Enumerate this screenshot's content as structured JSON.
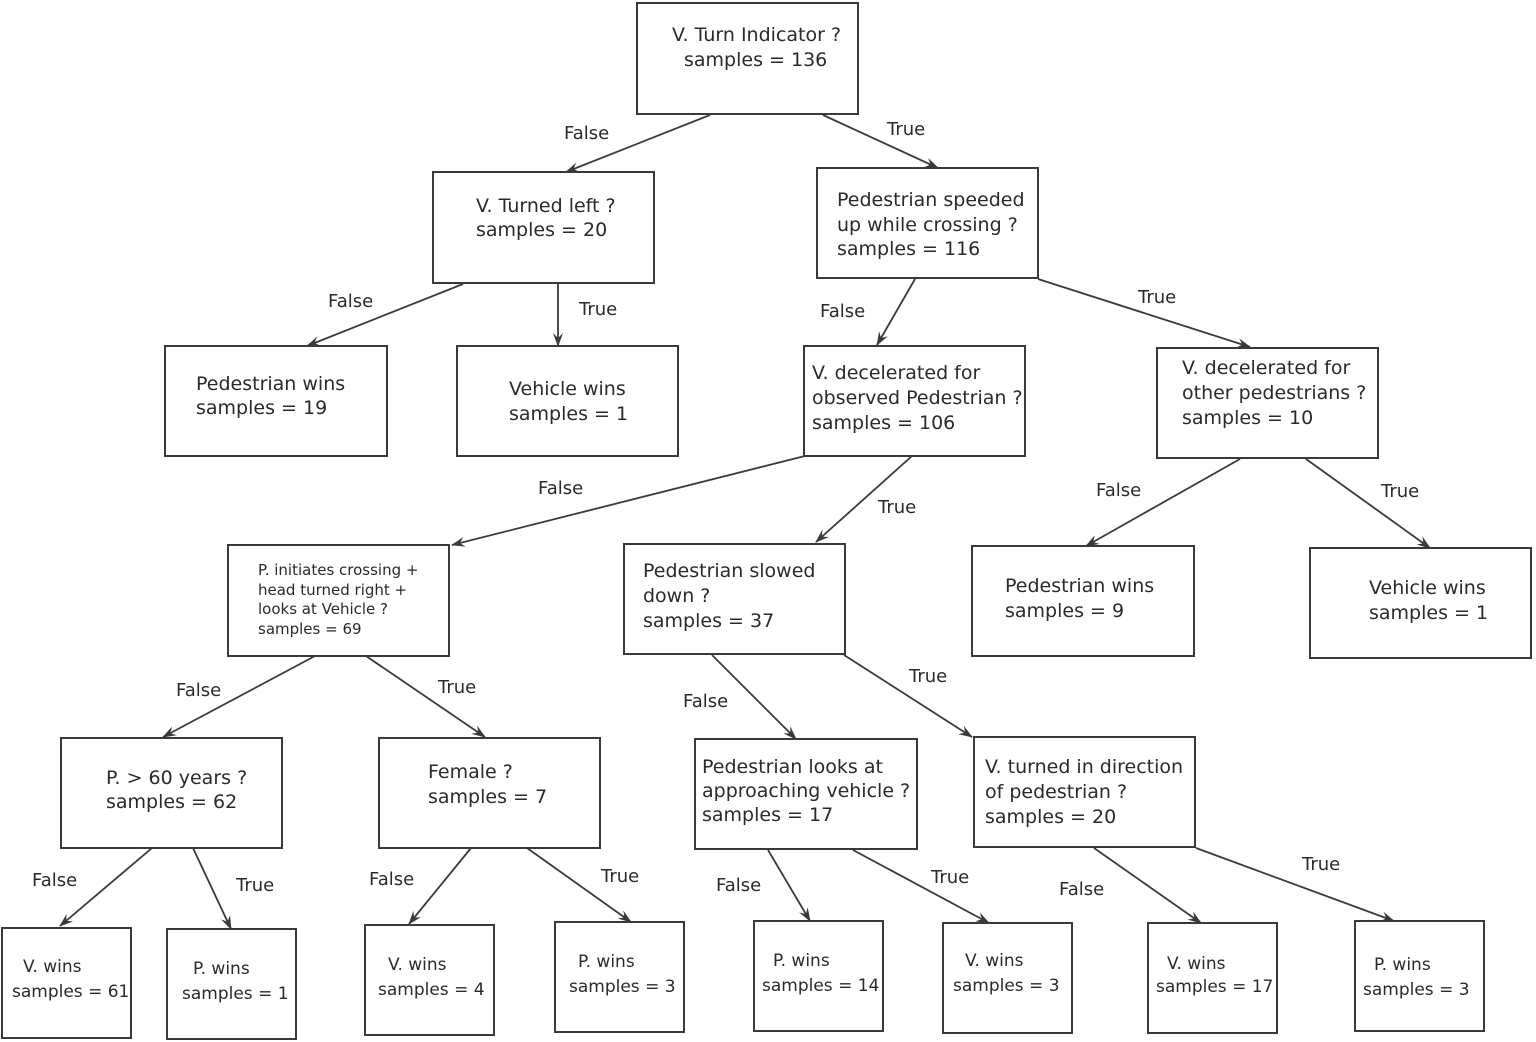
{
  "nodes": {
    "n1": {
      "lines": [
        "V. Turn Indicator ?",
        "samples = 136"
      ]
    },
    "n2": {
      "lines": [
        "V. Turned left ?",
        "samples = 20"
      ]
    },
    "n3": {
      "lines": [
        "Pedestrian speeded",
        "up while crossing ?",
        "samples = 116"
      ]
    },
    "n4": {
      "lines": [
        "Pedestrian wins",
        "samples = 19"
      ]
    },
    "n5": {
      "lines": [
        "Vehicle wins",
        "samples = 1"
      ]
    },
    "n6": {
      "lines": [
        "V. decelerated for",
        "observed Pedestrian ?",
        "samples = 106"
      ]
    },
    "n7": {
      "lines": [
        "V. decelerated for",
        "other pedestrians ?",
        "samples = 10"
      ]
    },
    "n8": {
      "lines": [
        "P. initiates crossing +",
        "head turned right +",
        "looks at Vehicle ?",
        "samples = 69"
      ]
    },
    "n9": {
      "lines": [
        "Pedestrian slowed",
        "down ?",
        "samples = 37"
      ]
    },
    "n10": {
      "lines": [
        "Pedestrian wins",
        "samples = 9"
      ]
    },
    "n11": {
      "lines": [
        "Vehicle wins",
        "samples = 1"
      ]
    },
    "n12": {
      "lines": [
        "P. > 60 years ?",
        "samples = 62"
      ]
    },
    "n13": {
      "lines": [
        "Female ?",
        "samples = 7"
      ]
    },
    "n14": {
      "lines": [
        "Pedestrian looks at",
        "approaching vehicle ?",
        "samples = 17"
      ]
    },
    "n15": {
      "lines": [
        "V. turned in direction",
        "of pedestrian ?",
        "samples = 20"
      ]
    },
    "n16": {
      "lines": [
        "V. wins",
        "samples = 61"
      ]
    },
    "n17": {
      "lines": [
        "P. wins",
        "samples = 1"
      ]
    },
    "n18": {
      "lines": [
        "V. wins",
        "samples = 4"
      ]
    },
    "n19": {
      "lines": [
        "P. wins",
        "samples = 3"
      ]
    },
    "n20": {
      "lines": [
        "P. wins",
        "samples = 14"
      ]
    },
    "n21": {
      "lines": [
        "V. wins",
        "samples = 3"
      ]
    },
    "n22": {
      "lines": [
        "V. wins",
        "samples = 17"
      ]
    },
    "n23": {
      "lines": [
        "P. wins",
        "samples = 3"
      ]
    }
  },
  "edges": {
    "e1": {
      "label": "False"
    },
    "e2": {
      "label": "True"
    },
    "e3": {
      "label": "False"
    },
    "e4": {
      "label": "True"
    },
    "e5": {
      "label": "False"
    },
    "e6": {
      "label": "True"
    },
    "e7": {
      "label": "False"
    },
    "e8": {
      "label": "True"
    },
    "e9": {
      "label": "False"
    },
    "e10": {
      "label": "True"
    },
    "e11": {
      "label": "False"
    },
    "e12": {
      "label": "True"
    },
    "e13": {
      "label": "False"
    },
    "e14": {
      "label": "True"
    },
    "e15": {
      "label": "False"
    },
    "e16": {
      "label": "True"
    },
    "e17": {
      "label": "False"
    },
    "e18": {
      "label": "True"
    },
    "e19": {
      "label": "False"
    },
    "e20": {
      "label": "True"
    },
    "e21": {
      "label": "False"
    },
    "e22": {
      "label": "True"
    }
  }
}
